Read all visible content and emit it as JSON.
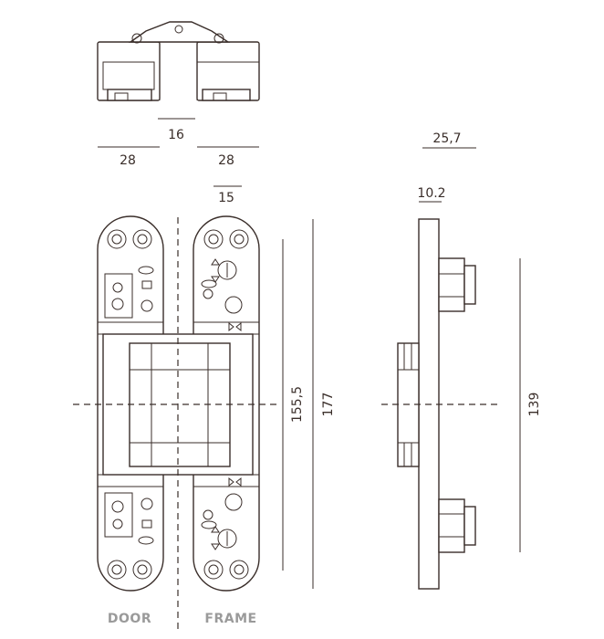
{
  "top_view": {
    "dim_16": "16",
    "dim_28_left": "28",
    "dim_28_right": "28",
    "dim_15": "15"
  },
  "front_view": {
    "dim_155_5": "155,5",
    "dim_177": "177",
    "label_door": "DOOR",
    "label_frame": "FRAME"
  },
  "side_view": {
    "dim_25_7": "25,7",
    "dim_10_2": "10.2",
    "dim_139": "139"
  }
}
